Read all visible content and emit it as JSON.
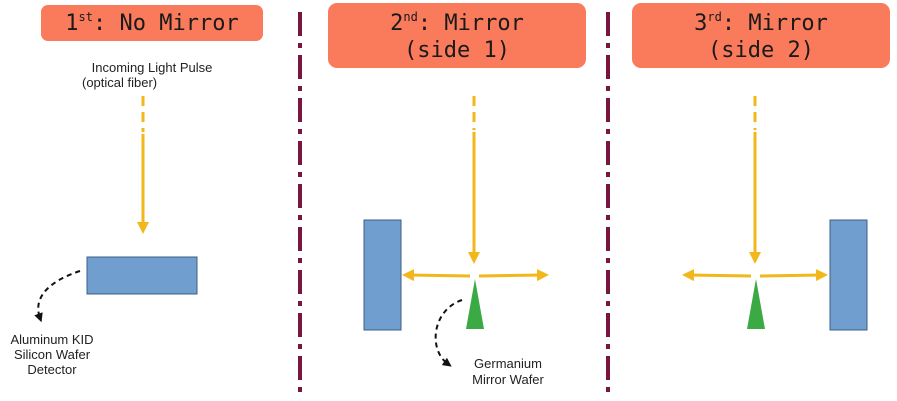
{
  "colors": {
    "title_fill": "#fa7b5c",
    "divider": "#7a1540",
    "beam": "#f2b71b",
    "detector": "#6f9ecf",
    "detector_edge": "#3d5f86",
    "mirror": "#3caa44",
    "annotation": "#111111"
  },
  "panels": [
    {
      "num": "1",
      "sup": "st",
      "rest": ": No Mirror",
      "line2": ""
    },
    {
      "num": "2",
      "sup": "nd",
      "rest": ": Mirror",
      "line2": "(side 1)"
    },
    {
      "num": "3",
      "sup": "rd",
      "rest": ": Mirror",
      "line2": "(side 2)"
    }
  ],
  "labels": {
    "light_source": [
      "Incoming Light Pulse",
      "(optical fiber)"
    ],
    "detector": [
      "Aluminum KID",
      "Silicon Wafer",
      "Detector"
    ],
    "mirror": [
      "Germanium",
      "Mirror Wafer"
    ]
  }
}
